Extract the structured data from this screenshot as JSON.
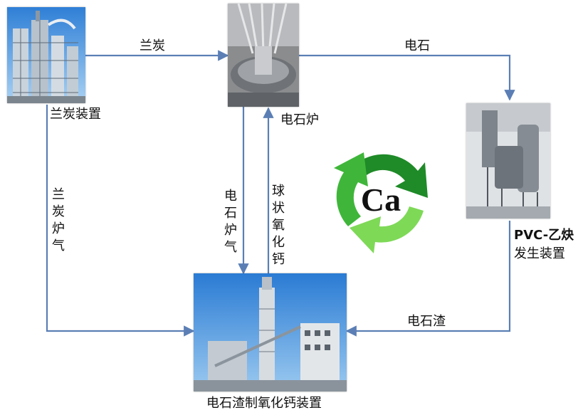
{
  "nodes": {
    "lanthanum_unit": {
      "label": "兰炭装置"
    },
    "carbide_furnace": {
      "label": "电石炉"
    },
    "pvc_unit": {
      "label_line1": "PVC-乙炔",
      "label_line2": "发生装置"
    },
    "cao_unit": {
      "label": "电石渣制氧化钙装置"
    }
  },
  "flows": {
    "lanchar": "兰炭",
    "carbide": "电石",
    "carbide_slag": "电石渣",
    "lanchar_gas": "兰炭炉气",
    "furnace_gas": "电石炉气",
    "ball_cao": "球状氧化钙"
  },
  "center": {
    "symbol": "Ca"
  },
  "colors": {
    "arrow": "#5b7fb5",
    "cycle_dark": "#1f8a28",
    "cycle_mid": "#3fb63a",
    "cycle_light": "#7ed957"
  }
}
